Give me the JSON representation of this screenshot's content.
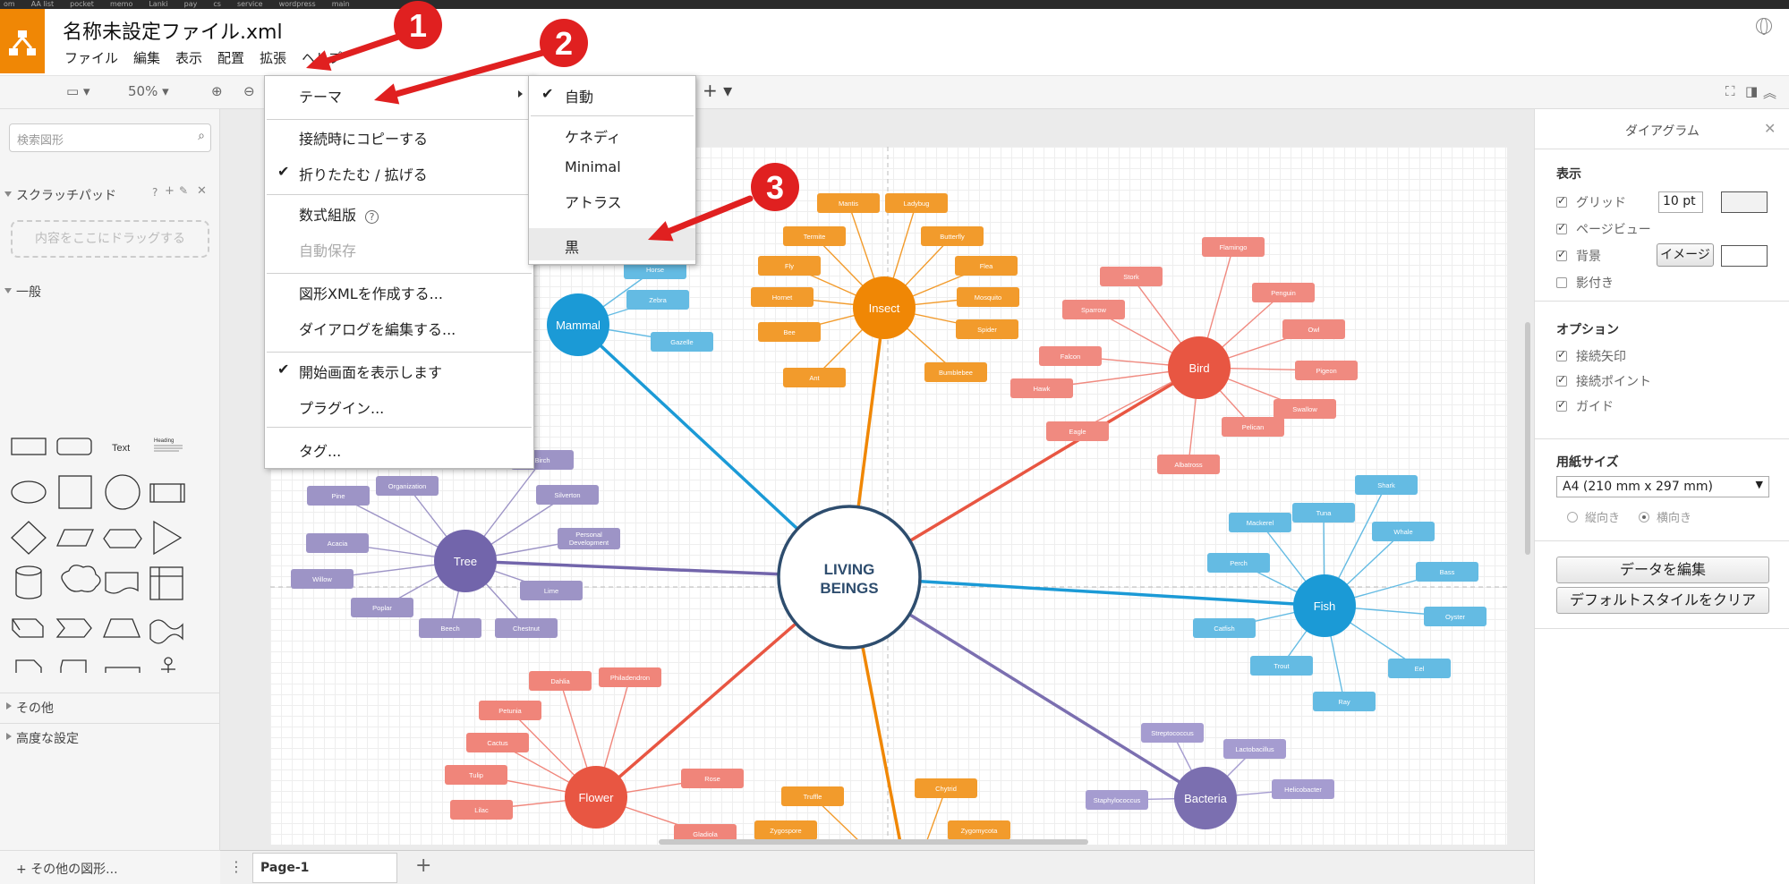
{
  "osbar": [
    "om",
    "AA list",
    "pocket",
    "memo",
    "Lanki",
    "pay",
    "cs",
    "service",
    "wordpress",
    "main"
  ],
  "header": {
    "filename": "名称未設定ファイル.xml"
  },
  "menubar": [
    "ファイル",
    "編集",
    "表示",
    "配置",
    "拡張",
    "ヘルプ"
  ],
  "toolbar": {
    "zoom": "50%"
  },
  "sidebar": {
    "search_placeholder": "検索図形",
    "scratchpad": "スクラッチパッド",
    "scratchpad_help": "?",
    "dropzone": "内容をここにドラッグする",
    "general": "一般",
    "text_shape": "Text",
    "heading_shape": "Heading",
    "other": "その他",
    "advanced": "高度な設定",
    "more_shapes": "その他の図形..."
  },
  "page_tab": "Page-1",
  "extension_menu": {
    "items": [
      {
        "label": "テーマ",
        "checked": false,
        "submenu": true
      },
      {
        "label": "接続時にコピーする",
        "checked": false
      },
      {
        "label": "折りたたむ / 拡げる",
        "checked": true
      },
      {
        "label": "数式組版",
        "checked": false,
        "help": "?"
      },
      {
        "label": "自動保存",
        "checked": false,
        "disabled": true
      },
      {
        "label": "図形XMLを作成する...",
        "checked": false
      },
      {
        "label": "ダイアログを編集する...",
        "checked": false
      },
      {
        "label": "開始画面を表示します",
        "checked": true
      },
      {
        "label": "プラグイン...",
        "checked": false
      },
      {
        "label": "タグ...",
        "checked": false
      }
    ]
  },
  "theme_menu": {
    "items": [
      {
        "label": "自動",
        "checked": true
      },
      {
        "label": "ケネディ",
        "checked": false
      },
      {
        "label": "Minimal",
        "checked": false
      },
      {
        "label": "アトラス",
        "checked": false
      },
      {
        "label": "黒",
        "checked": false,
        "highlighted": true
      }
    ]
  },
  "annotations": [
    "1",
    "2",
    "3"
  ],
  "right_panel": {
    "title": "ダイアグラム",
    "view_section": "表示",
    "grid": "グリッド",
    "grid_size": "10 pt",
    "page_view": "ページビュー",
    "background": "背景",
    "image_button": "イメージ",
    "shadow": "影付き",
    "options_section": "オプション",
    "connection_arrows": "接続矢印",
    "connection_points": "接続ポイント",
    "guides": "ガイド",
    "paper_section": "用紙サイズ",
    "paper_size": "A4 (210 mm x 297 mm)",
    "portrait": "縦向き",
    "landscape": "横向き",
    "edit_data": "データを編集",
    "clear_style": "デフォルトスタイルをクリア"
  },
  "colors": {
    "orange": "#f08705",
    "insect": "#f29b2c",
    "bird": "#e85642",
    "bird_leaf": "#f08a80",
    "fish": "#1b9ad6",
    "fish_leaf": "#64bbe3",
    "tree": "#7265ab",
    "tree_leaf": "#9d94c6",
    "flower": "#e85642",
    "flower_leaf": "#f0857a",
    "bacteria": "#7b6fb0",
    "bacteria_leaf": "#a59cd0",
    "mammal": "#1b9ad6",
    "center_border": "#2e4d6e",
    "arrow": "#e02020"
  },
  "mindmap": {
    "center": "LIVING\nBEINGS",
    "nodes": [
      {
        "label": "Mammal",
        "leaves": [
          "Horse",
          "Zebra",
          "Gazelle"
        ]
      },
      {
        "label": "Insect",
        "leaves": [
          "Mantis",
          "Ladybug",
          "Termite",
          "Butterfly",
          "Fly",
          "Flea",
          "Hornet",
          "Mosquito",
          "Bee",
          "Spider",
          "Ant",
          "Bumblebee"
        ]
      },
      {
        "label": "Bird",
        "leaves": [
          "Flamingo",
          "Stork",
          "Penguin",
          "Sparrow",
          "Owl",
          "Falcon",
          "Pigeon",
          "Hawk",
          "Swallow",
          "Eagle",
          "Pelican",
          "Albatross"
        ]
      },
      {
        "label": "Fish",
        "leaves": [
          "Shark",
          "Tuna",
          "Mackerel",
          "Whale",
          "Perch",
          "Bass",
          "Oyster",
          "Catfish",
          "Trout",
          "Eel",
          "Ray"
        ]
      },
      {
        "label": "Tree",
        "leaves": [
          "Organization",
          "Pine",
          "Birch",
          "Silverton",
          "Acacia",
          "Personal Development",
          "Willow",
          "Lime",
          "Poplar",
          "Beech",
          "Chestnut"
        ]
      },
      {
        "label": "Flower",
        "leaves": [
          "Dahlia",
          "Philadendron",
          "Petunia",
          "Cactus",
          "Tulip",
          "Rose",
          "Lilac",
          "Gladiola"
        ]
      },
      {
        "label": "Bacteria",
        "leaves": [
          "Streptococcus",
          "Lactobacillus",
          "Staphylococcus",
          "Helicobacter"
        ]
      },
      {
        "label": "",
        "leaves": [
          "Truffle",
          "Chytrid",
          "Zygospore",
          "Zygomycota"
        ]
      }
    ]
  }
}
